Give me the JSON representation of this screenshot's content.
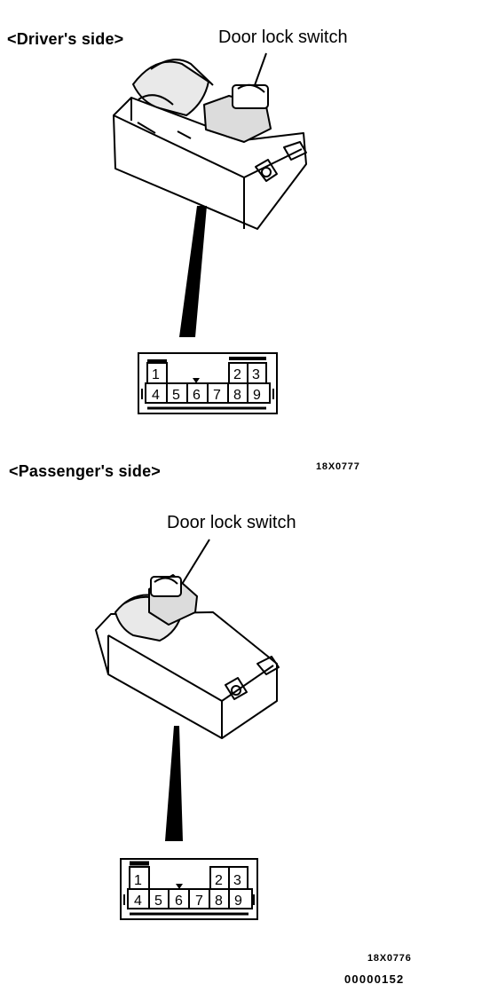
{
  "driver": {
    "title": "<Driver's side>",
    "callout": "Door lock switch",
    "figure_code": "18X0777",
    "connector": {
      "top_row": [
        "1",
        "2",
        "3"
      ],
      "bottom_row": [
        "4",
        "5",
        "6",
        "7",
        "8",
        "9"
      ]
    }
  },
  "passenger": {
    "title": "<Passenger's side>",
    "callout": "Door lock switch",
    "figure_code": "18X0776",
    "connector": {
      "top_row": [
        "1",
        "2",
        "3"
      ],
      "bottom_row": [
        "4",
        "5",
        "6",
        "7",
        "8",
        "9"
      ]
    }
  },
  "document_code": "00000152"
}
